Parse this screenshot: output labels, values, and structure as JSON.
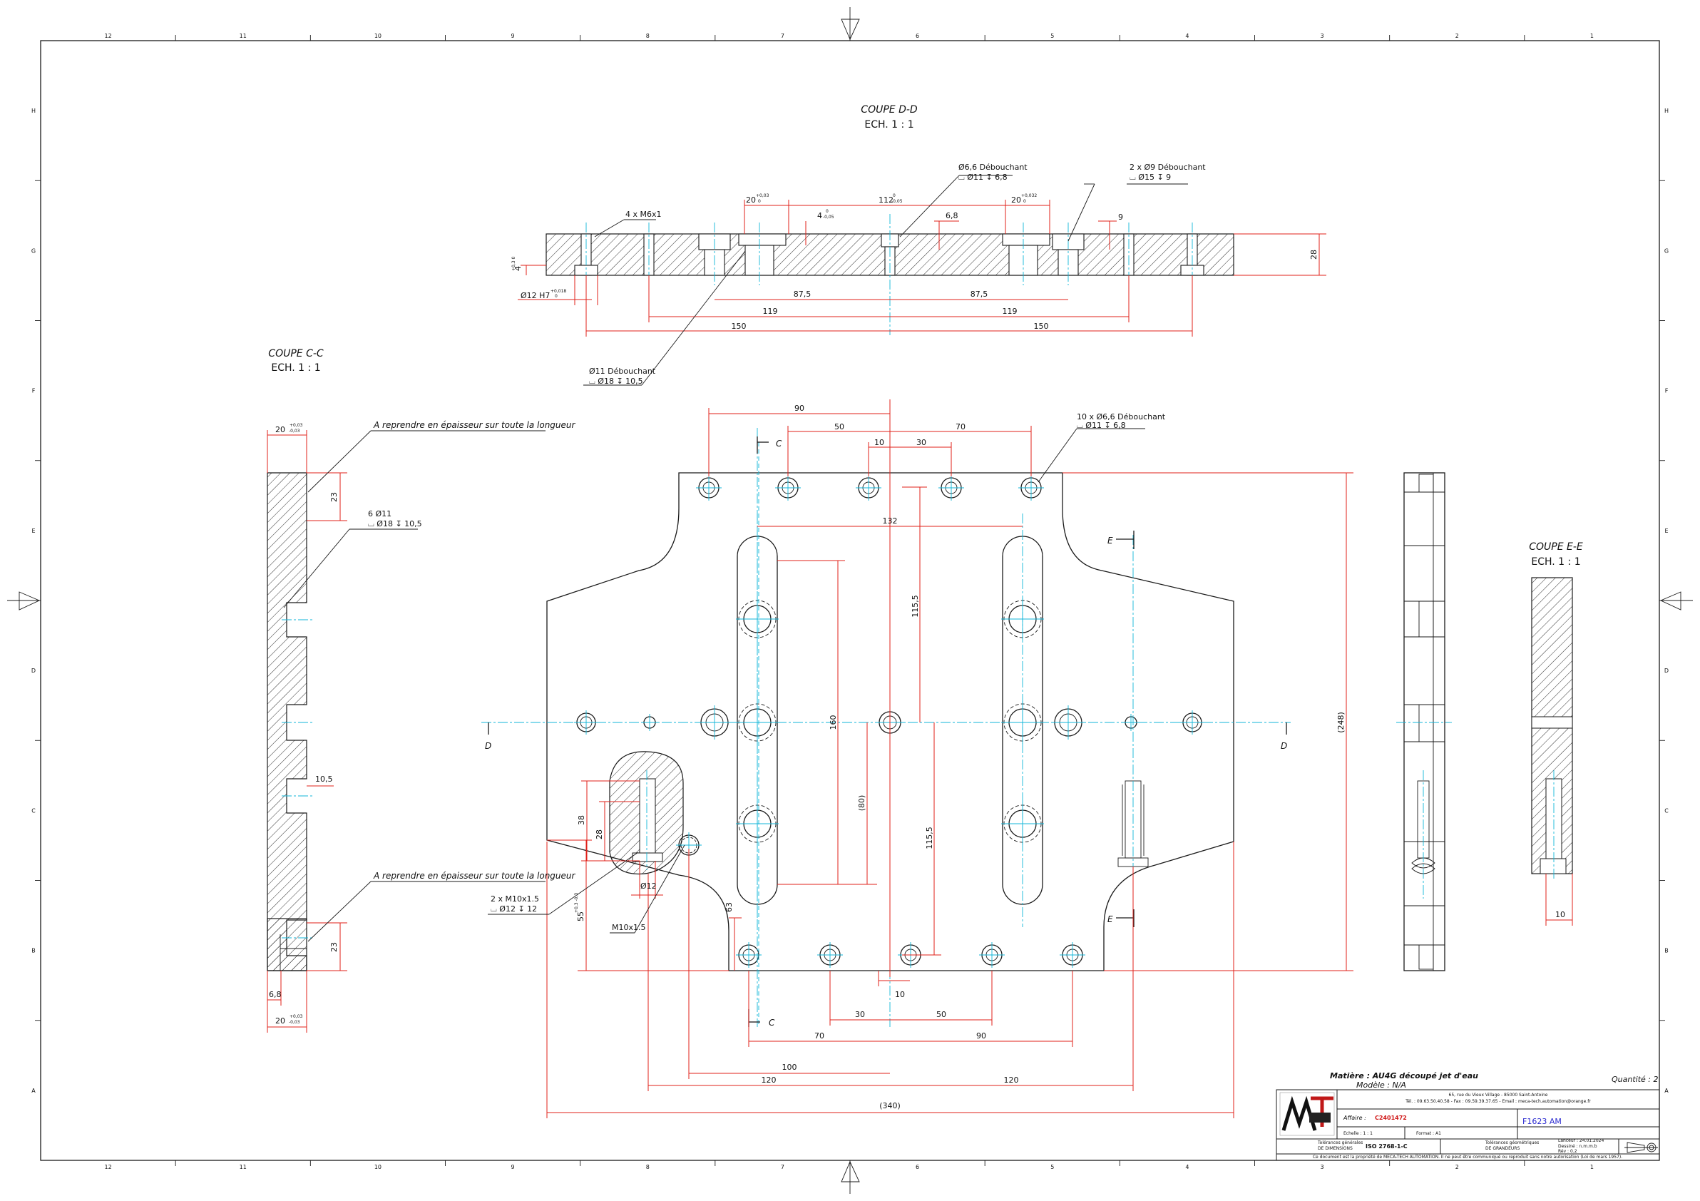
{
  "frame": {
    "top_numbers": [
      "12",
      "11",
      "10",
      "9",
      "8",
      "7",
      "6",
      "5",
      "4",
      "3",
      "2",
      "1"
    ],
    "side_letters": [
      "H",
      "G",
      "F",
      "E",
      "D",
      "C",
      "B",
      "A"
    ]
  },
  "views": {
    "coupe_dd": {
      "title": "COUPE D-D",
      "scale": "ECH. 1 : 1"
    },
    "coupe_cc": {
      "title": "COUPE C-C",
      "scale": "ECH. 1 : 1"
    },
    "coupe_ee": {
      "title": "COUPE E-E",
      "scale": "ECH. 1 : 1"
    }
  },
  "notes": {
    "dd_hole1": "Ø6,6 Débouchant",
    "dd_hole1_cb": "⌴ Ø11 ↧ 6,8",
    "dd_hole2": "2 x Ø9 Débouchant",
    "dd_hole2_cb": "⌴ Ø15 ↧ 9",
    "dd_thread": "4 x M6x1",
    "dd_bore": "Ø12 H7",
    "dd_bore_tol_up": "+0,018",
    "dd_bore_tol_lo": "0",
    "dd_hole3": "Ø11 Débouchant",
    "dd_hole3_cb": "⌴ Ø18 ↧ 10,5",
    "plan_holes": "10 x Ø6,6 Débouchant",
    "plan_holes_cb": "⌴ Ø11 ↧ 6,8",
    "cc_reprise_top": "A reprendre en épaisseur sur toute la longueur",
    "cc_reprise_bot": "A reprendre en épaisseur sur toute la longueur",
    "cc_holes": "6 Ø11",
    "cc_holes_cb": "⌴ Ø18 ↧ 10,5",
    "plan_thread": "2 x M10x1.5",
    "plan_thread_cb": "⌴ Ø12 ↧ 12",
    "plan_m10": "M10x1.5"
  },
  "section_marks": {
    "c": "C",
    "d": "D",
    "e": "E"
  },
  "dims": {
    "dd": {
      "d20a": "20",
      "d20a_up": "+0,03",
      "d20a_lo": "0",
      "d112": "112",
      "d112_up": "0",
      "d112_lo": "-0,05",
      "d20b": "20",
      "d20b_up": "+0,032",
      "d20b_lo": "0",
      "d4": "4",
      "d4_up": "0",
      "d4_lo": "-0,05",
      "d68": "6,8",
      "d9": "9",
      "d28": "28",
      "d4v": "4",
      "d4v_tol": "+0,3 0",
      "d875a": "87,5",
      "d875b": "87,5",
      "d119a": "119",
      "d119b": "119",
      "d150a": "150",
      "d150b": "150"
    },
    "plan": {
      "d90t": "90",
      "d50t": "50",
      "d10t": "10",
      "d30t": "30",
      "d70t": "70",
      "d132": "132",
      "d1155a": "115,5",
      "d160": "160",
      "d80": "(80)",
      "d1155b": "115,5",
      "d248": "(248)",
      "d38": "38",
      "d28": "28",
      "d12": "Ø12",
      "d55": "55",
      "d55_tol": "+0,3 -0,3",
      "d63": "63",
      "d10b": "10",
      "d30b": "30",
      "d50b": "50",
      "d70b": "70",
      "d90b": "90",
      "d100": "100",
      "d120a": "120",
      "d120b": "120",
      "d340": "(340)"
    },
    "cc": {
      "d20top": "20",
      "d20top_up": "+0,03",
      "d20top_lo": "-0,03",
      "d23a": "23",
      "d105": "10,5",
      "d23b": "23",
      "d68": "6,8",
      "d20bot": "20",
      "d20bot_up": "+0,03",
      "d20bot_lo": "-0,03"
    },
    "ee": {
      "d10": "10"
    }
  },
  "title_block": {
    "matiere": "Matière : AU4G découpé jet d'eau",
    "modele": "Modèle : N/A",
    "quantite": "Quantité : 2",
    "company_addr": "65, rue du Vieux Village - 85000 Saint-Antoine",
    "company_tel": "Tél. : 09.63.50.40.58 - Fax : 09.59.39.37.65 - Email : meca-tech.automation@orange.fr",
    "affaire_label": "Affaire :",
    "affaire_value": "C2401472",
    "part_number": "F1623 AM",
    "echelle": "Echelle : 1 : 1",
    "format": "Format : A1",
    "tol_general": "Tolérances générales",
    "tol_dims": "DE DIMENSIONS",
    "iso": "ISO 2768-1-C",
    "tol_geo": "Tolérances géométriques",
    "tol_geo2": "DE GRANDEURS",
    "created": "Lanceur : 24.01.2024",
    "drawn": "Dessiné : n.m.m.b",
    "rev": "Rév : 0.2",
    "copyright": "Ce document est la propriété de MECA-TECH AUTOMATION. Il ne peut être communiqué ou reproduit sans notre autorisation (Loi de mars 1957)."
  },
  "colors": {
    "outline": "#1a1a1a",
    "dimension": "#e0201a",
    "centerline": "#10b6d8"
  }
}
